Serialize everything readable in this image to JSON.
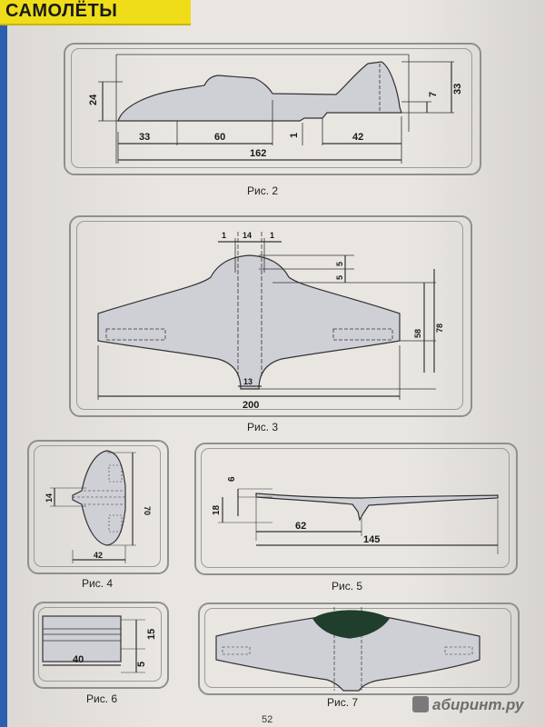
{
  "header": {
    "title": "САМОЛЁТЫ"
  },
  "fig2": {
    "caption": "Рис. 2",
    "dims": [
      "24",
      "33",
      "60",
      "1",
      "42",
      "162",
      "7",
      "33"
    ]
  },
  "fig3": {
    "caption": "Рис. 3",
    "dims": [
      "1",
      "14",
      "1",
      "5",
      "5",
      "58",
      "78",
      "13",
      "200"
    ]
  },
  "fig4": {
    "caption": "Рис. 4",
    "dims": [
      "14",
      "70",
      "42"
    ]
  },
  "fig5": {
    "caption": "Рис. 5",
    "dims": [
      "6",
      "18",
      "62",
      "145"
    ]
  },
  "fig6": {
    "caption": "Рис. 6",
    "dims": [
      "15",
      "40",
      "5"
    ]
  },
  "fig7": {
    "caption": "Рис. 7"
  },
  "footer": {
    "page_number": "52",
    "watermark": "абиринт.ру"
  },
  "colors": {
    "header_bg": "#f0dd1a",
    "page_bg": "#e9e6e2",
    "edge": "#2c5fb0"
  }
}
